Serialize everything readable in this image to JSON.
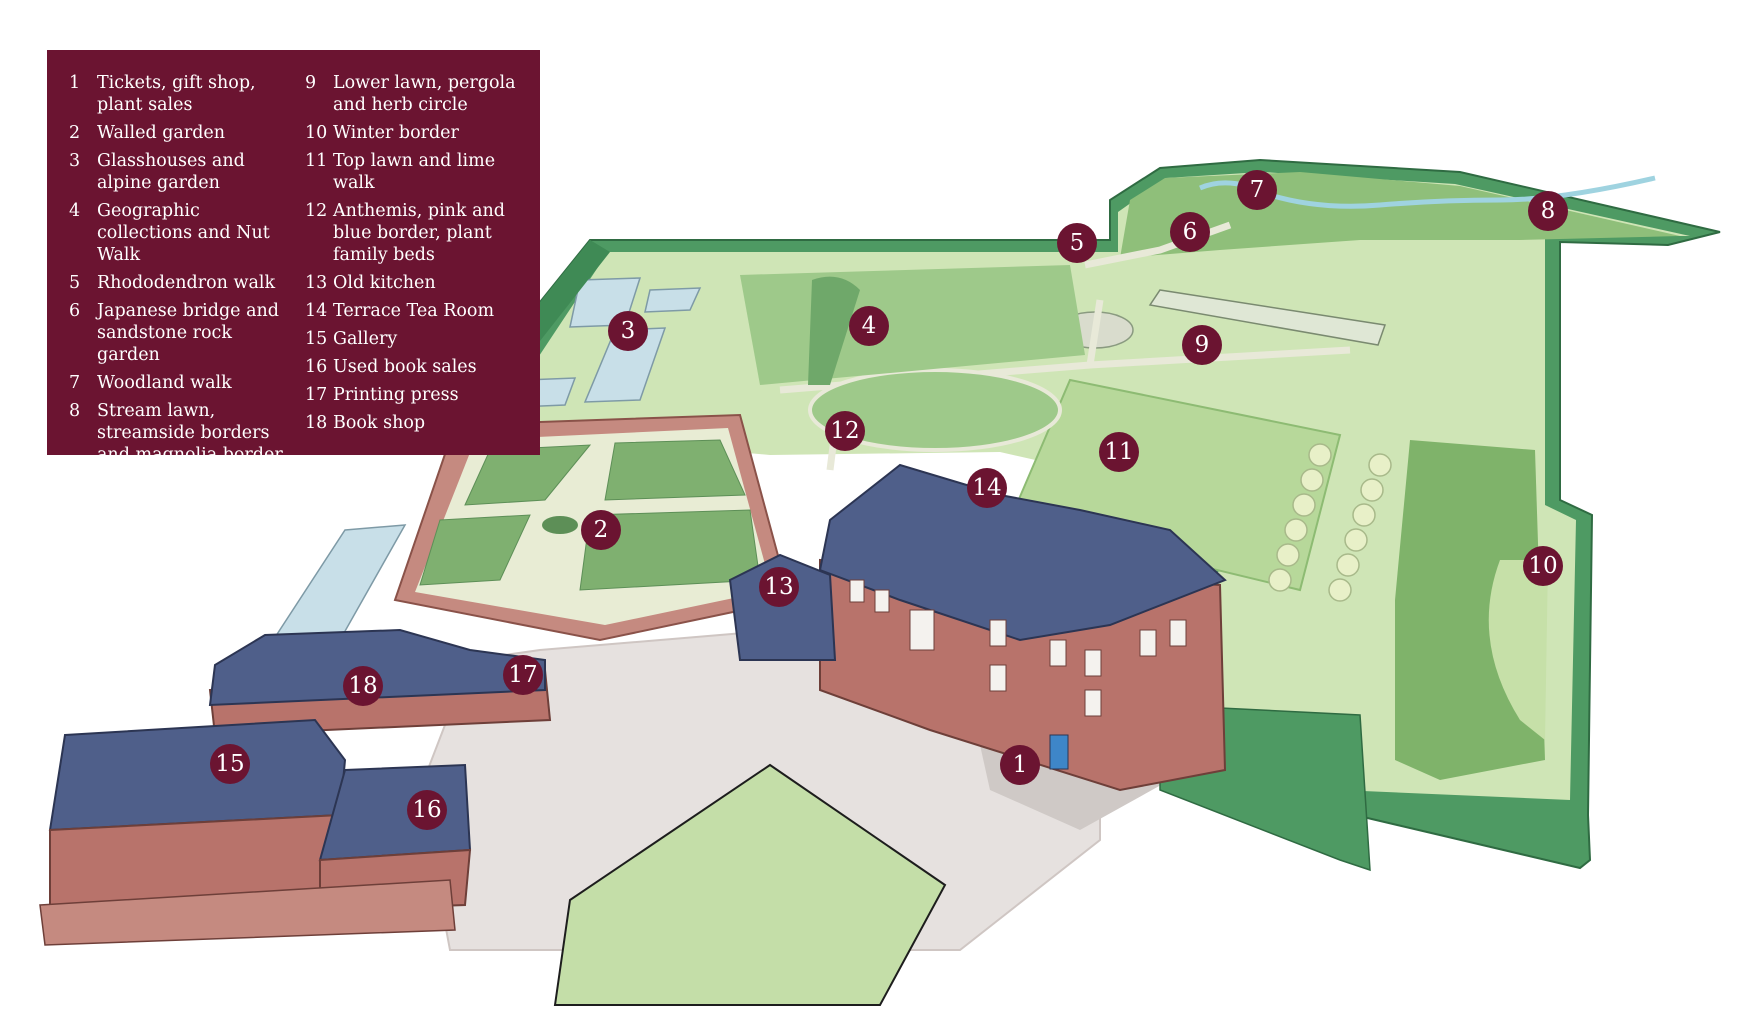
{
  "legend": {
    "items": [
      {
        "num": "1",
        "text": "Tickets, gift shop, plant sales"
      },
      {
        "num": "2",
        "text": "Walled garden"
      },
      {
        "num": "3",
        "text": "Glasshouses and alpine garden"
      },
      {
        "num": "4",
        "text": "Geographic collections and Nut Walk"
      },
      {
        "num": "5",
        "text": "Rhododendron walk"
      },
      {
        "num": "6",
        "text": "Japanese bridge and sandstone rock garden"
      },
      {
        "num": "7",
        "text": "Woodland walk"
      },
      {
        "num": "8",
        "text": "Stream lawn, streamside borders and magnolia border"
      },
      {
        "num": "9",
        "text": "Lower lawn, pergola and herb circle"
      },
      {
        "num": "10",
        "text": "Winter border"
      },
      {
        "num": "11",
        "text": "Top lawn and lime walk"
      },
      {
        "num": "12",
        "text": "Anthemis, pink and blue border, plant family beds"
      },
      {
        "num": "13",
        "text": "Old kitchen"
      },
      {
        "num": "14",
        "text": "Terrace Tea Room"
      },
      {
        "num": "15",
        "text": "Gallery"
      },
      {
        "num": "16",
        "text": "Used book sales"
      },
      {
        "num": "17",
        "text": "Printing press"
      },
      {
        "num": "18",
        "text": "Book shop"
      }
    ]
  },
  "markers": [
    "1",
    "2",
    "3",
    "4",
    "5",
    "6",
    "7",
    "8",
    "9",
    "10",
    "11",
    "12",
    "13",
    "14",
    "15",
    "16",
    "17",
    "18"
  ],
  "colors": {
    "legend_bg": "#6b1431",
    "marker": "#6b1431",
    "hedge": "#4e9a63",
    "lawn": "#b7d89a",
    "roof": "#4f5f8a",
    "brick": "#b8736b",
    "paving": "#e6e1df"
  }
}
